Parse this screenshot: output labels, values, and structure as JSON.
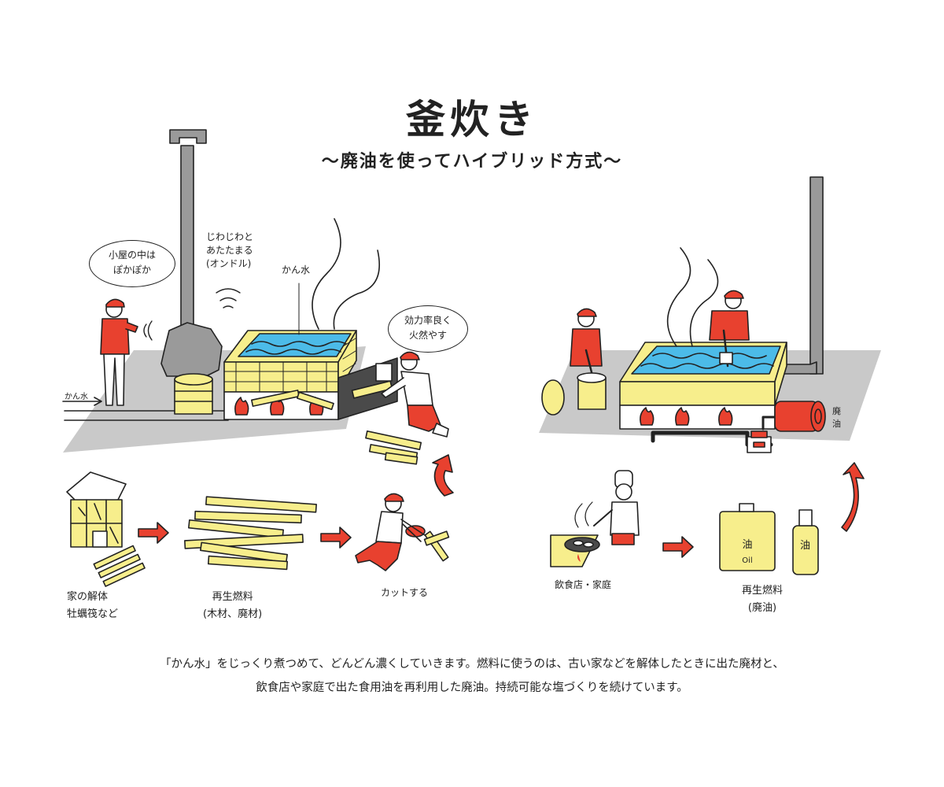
{
  "title": "釜炊き",
  "subtitle": "〜廃油を使ってハイブリッド方式〜",
  "labels": {
    "bubble_hut": [
      "小屋の中は",
      "ぽかぽか"
    ],
    "warm": [
      "じわじわと",
      "あたたまる",
      "(オンドル)"
    ],
    "kansui_top": "かん水",
    "kansui_left": "かん水",
    "bubble_efficient": [
      "効力率良く",
      "火然やす"
    ],
    "house": [
      "家の解体",
      "牡蠣筏など"
    ],
    "fuel_wood": [
      "再生燃料",
      "(木材、廃材)"
    ],
    "cut": "カットする",
    "restaurant": "飲食店・家庭",
    "fuel_oil": [
      "再生燃料",
      "(廃油)"
    ],
    "waste_oil": [
      "廃",
      "油"
    ],
    "oil_can": [
      "油",
      "Oil"
    ],
    "oil_bottle": "油"
  },
  "caption": [
    "「かん水」をじっくり煮つめて、どんどん濃くしていきます。燃料に使うのは、古い家などを解体したときに出た廃材と、",
    "飲食店や家庭で出た食用油を再利用した廃油。持続可能な塩づくりを続けています。"
  ],
  "colors": {
    "yellow": "#f7ee8c",
    "red": "#e8412f",
    "gray": "#c9c9c9",
    "chimney": "#9a9a9a",
    "water": "#4cbbe8",
    "ink": "#222222"
  }
}
